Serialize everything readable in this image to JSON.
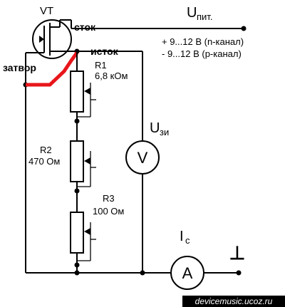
{
  "components": {
    "transistor": {
      "label": "VT"
    },
    "drain_label": "сток",
    "source_label": "исток",
    "gate_label": "затвор",
    "r1": {
      "name": "R1",
      "value": "6,8 кОм"
    },
    "r2": {
      "name": "R2",
      "value": "470 Ом"
    },
    "r3": {
      "name": "R3",
      "value": "100 Ом"
    },
    "voltmeter": {
      "symbol": "V",
      "label_main": "U",
      "label_sub": "зи"
    },
    "ammeter": {
      "symbol": "A",
      "label_main": "I",
      "label_sub": "с"
    }
  },
  "supply": {
    "label_main": "U",
    "label_sub": "пит.",
    "line_n": "+ 9...12 В (n-канал)",
    "line_p": "- 9...12 В (p-канал)"
  },
  "ground_symbol": "⊥",
  "watermark": "devicemusic.ucoz.ru",
  "colors": {
    "wire": "#000000",
    "gate_link": "#e8161b",
    "watermark_bg": "#000000",
    "watermark_text": "#ffffff"
  }
}
